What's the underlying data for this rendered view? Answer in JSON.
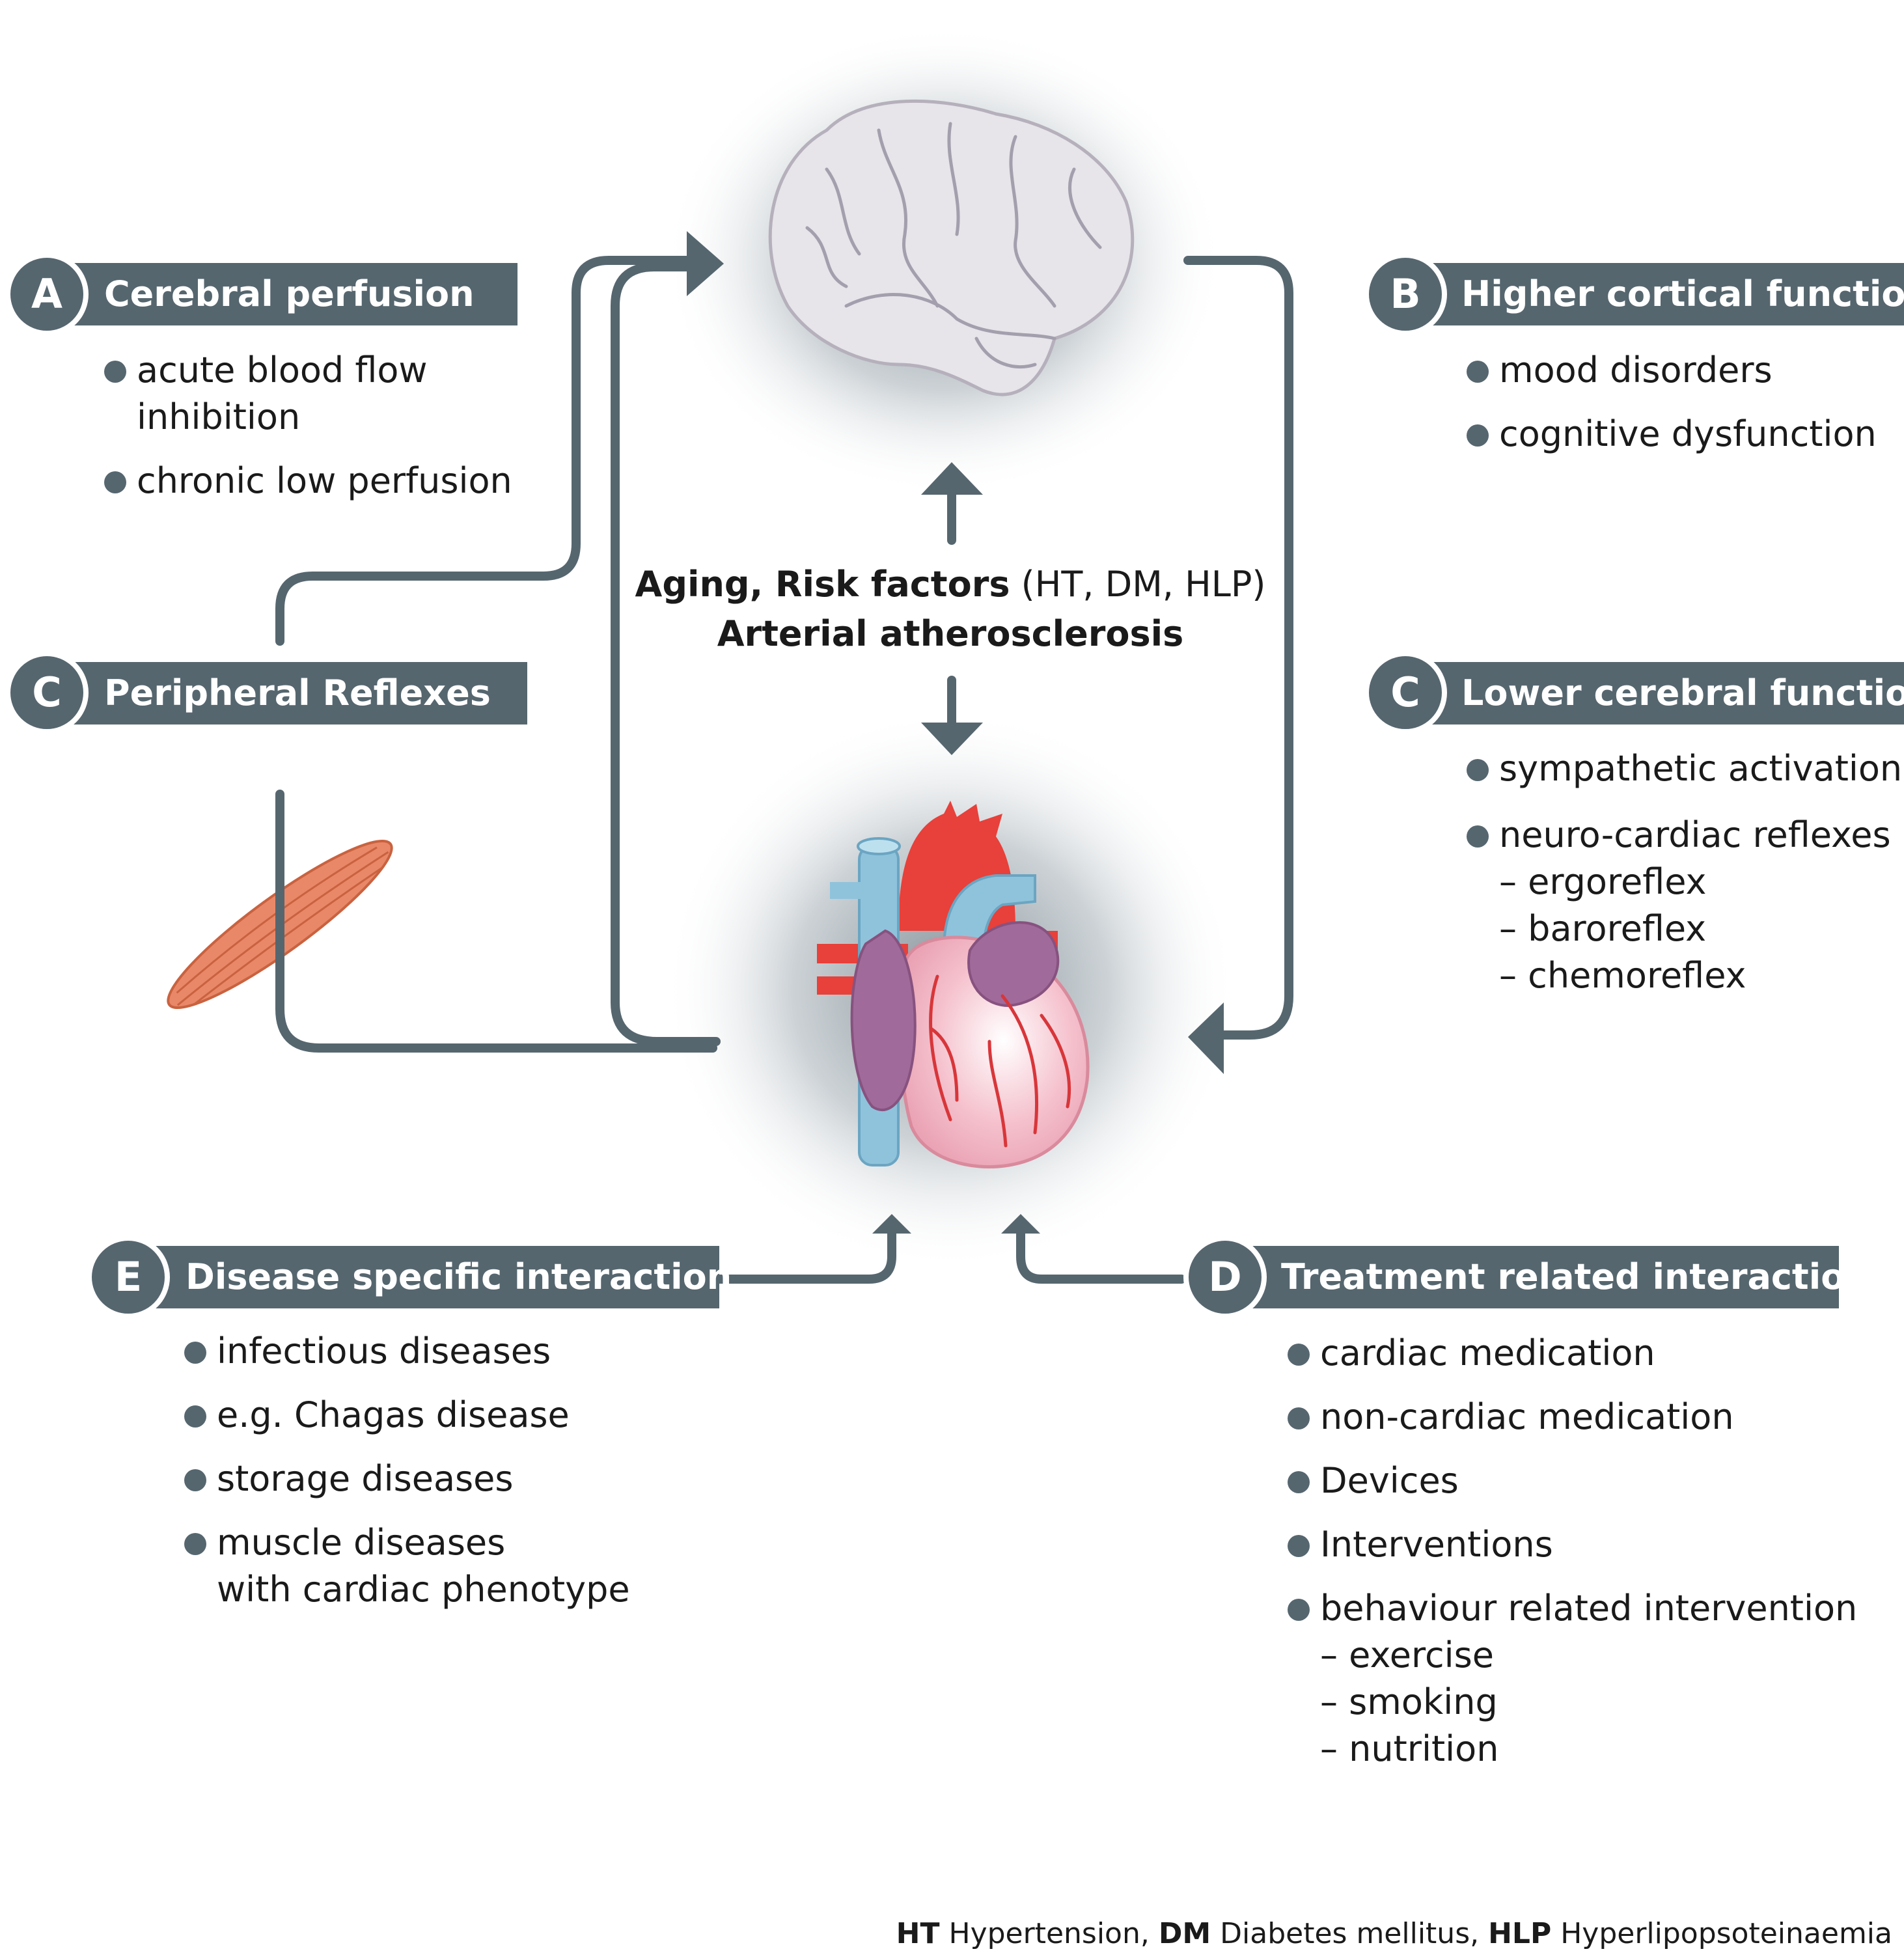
{
  "colors": {
    "panel": "#56666f",
    "arrow": "#56666f",
    "aorta": "#e8403a",
    "vein": "#8fc3dc",
    "atrium": "#a06a9a",
    "heart": "#f6c3cf",
    "muscle": "#e98868"
  },
  "icons": {
    "brain": "brain-icon",
    "heart": "heart-icon",
    "muscle": "muscle-icon"
  },
  "sections": {
    "A": {
      "letter": "A",
      "title": "Cerebral perfusion",
      "items": [
        "acute blood flow",
        "inhibition",
        "chronic low perfusion"
      ]
    },
    "B": {
      "letter": "B",
      "title": "Higher cortical function",
      "items": [
        "mood disorders",
        "cognitive dysfunction"
      ]
    },
    "C_left": {
      "letter": "C",
      "title": "Peripheral Reflexes"
    },
    "C_right": {
      "letter": "C",
      "title": "Lower cerebral function",
      "items": [
        "sympathetic activation",
        "neuro-cardiac reflexes"
      ],
      "subitems": [
        "– ergoreflex",
        "– baroreflex",
        "– chemoreflex"
      ]
    },
    "E": {
      "letter": "E",
      "title": "Disease specific interaction",
      "items": [
        "infectious diseases",
        "e.g. Chagas disease",
        "storage diseases",
        "muscle diseases",
        "with cardiac phenotype"
      ]
    },
    "D": {
      "letter": "D",
      "title": "Treatment related interaction",
      "items": [
        "cardiac medication",
        "non-cardiac medication",
        "Devices",
        "Interventions",
        "behaviour related intervention"
      ],
      "subitems": [
        "– exercise",
        "– smoking",
        "– nutrition"
      ]
    }
  },
  "center": {
    "line1_bold": "Aging, Risk factors",
    "line1_rest": " (HT, DM, HLP)",
    "line2": "Arterial atherosclerosis"
  },
  "footnote": {
    "ht": "HT",
    "ht_text": " Hypertension, ",
    "dm": "DM",
    "dm_text": " Diabetes mellitus, ",
    "hlp": "HLP",
    "hlp_text": " Hyperlipopsoteinaemia"
  }
}
